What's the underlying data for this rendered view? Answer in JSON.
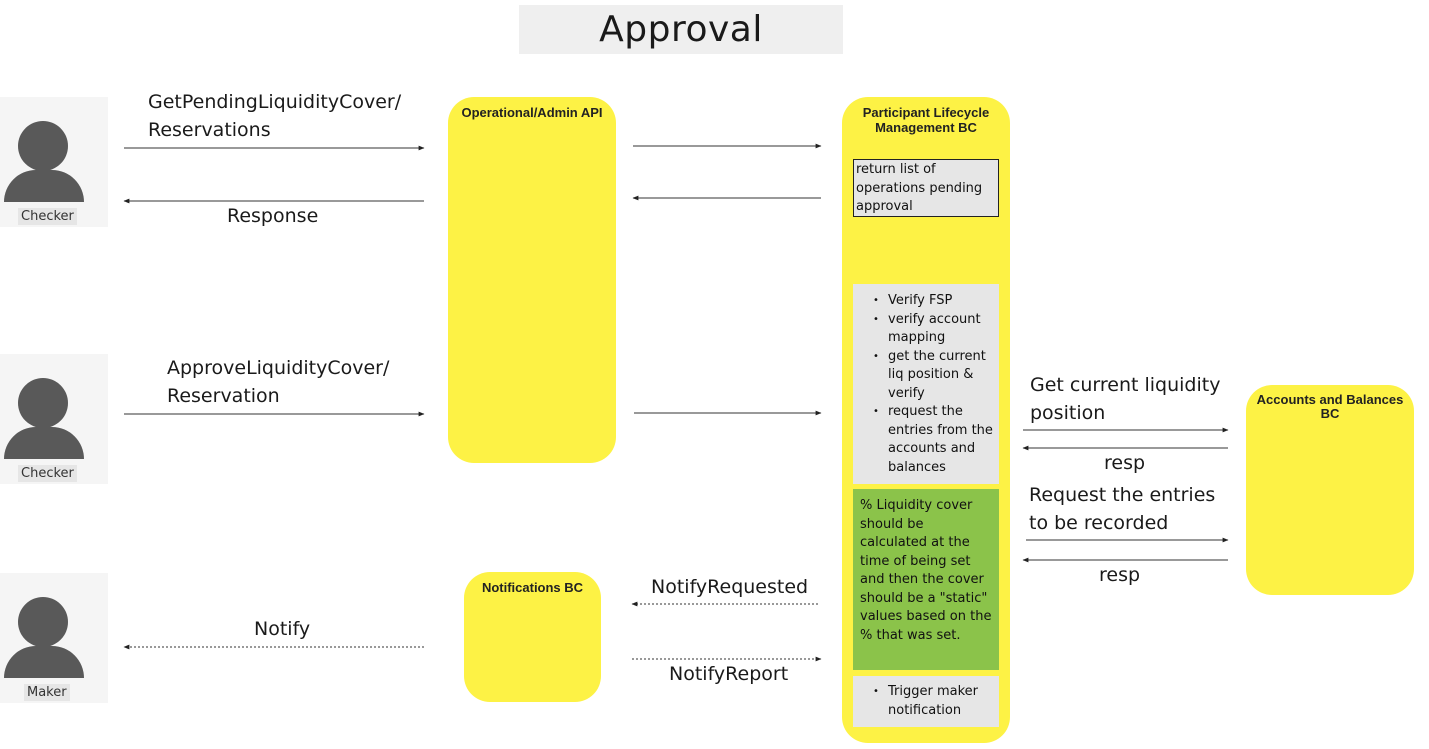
{
  "title": "Approval",
  "actors": [
    {
      "label": "Checker"
    },
    {
      "label": "Checker"
    },
    {
      "label": "Maker"
    }
  ],
  "components": {
    "admin_api": "Operational/Admin API",
    "plm": "Participant Lifecycle\nManagement BC",
    "notifications": "Notifications BC",
    "accounts": "Accounts and Balances\nBC"
  },
  "notes": {
    "pending_list": "return list of operations pending approval",
    "verify_steps": [
      "Verify FSP",
      "verify account mapping",
      "get the current liq position & verify",
      "request the entries from the accounts and balances"
    ],
    "liquidity_note": "% Liquidity cover should be calculated at the time of being set and then the cover should be a \"static\" values based on the % that was set.",
    "trigger": [
      "Trigger maker notification"
    ]
  },
  "messages": {
    "get_pending": "GetPendingLiquidityCover/\nReservations",
    "response": "Response",
    "approve": "ApproveLiquidityCover/\nReservation",
    "notify": "Notify",
    "notify_requested": "NotifyRequested",
    "notify_report": "NotifyReport",
    "get_liquidity": "Get current liquidity\nposition",
    "resp1": "resp",
    "request_entries": "Request the entries\nto be recorded",
    "resp2": "resp"
  },
  "colors": {
    "component_fill": "#fdf245",
    "note_fill": "#e6e6e6",
    "highlight_note_fill": "#8bc34a",
    "actor_icon": "#595959"
  }
}
